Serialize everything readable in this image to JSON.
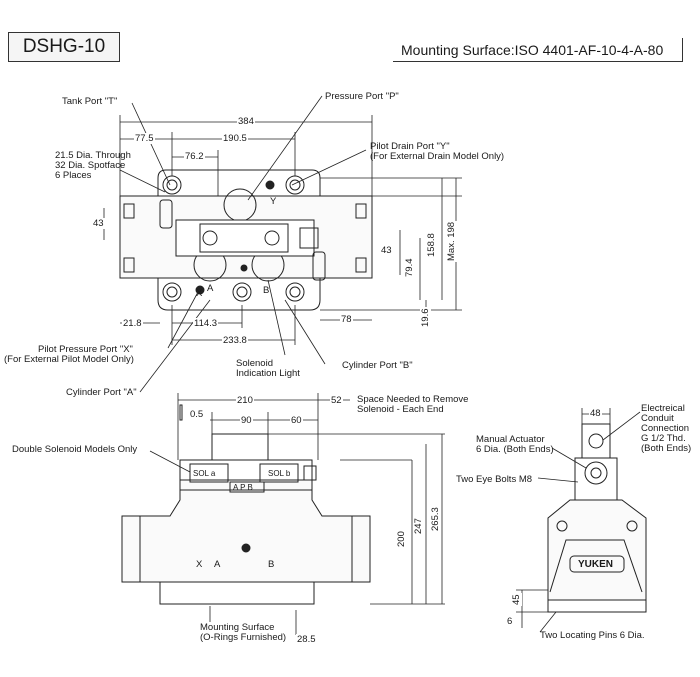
{
  "header": {
    "model": "DSHG-10",
    "mounting_surface": "Mounting Surface:ISO 4401-AF-10-4-A-80"
  },
  "labels": {
    "tank_port": "Tank Port \"T\"",
    "pressure_port": "Pressure Port \"P\"",
    "pilot_drain_l1": "Pilot Drain Port \"Y\"",
    "pilot_drain_l2": "(For External Drain Model Only)",
    "bolt_holes_l1": "21.5 Dia. Through",
    "bolt_holes_l2": "32 Dia. Spotface",
    "bolt_holes_l3": "6 Places",
    "pilot_pressure_l1": "Pilot Pressure Port \"X\"",
    "pilot_pressure_l2": "(For External Pilot Model Only)",
    "solenoid_light_l1": "Solenoid",
    "solenoid_light_l2": "Indication Light",
    "cyl_b": "Cylinder Port \"B\"",
    "cyl_a": "Cylinder Port \"A\"",
    "space_l1": "Space Needed to Remove",
    "space_l2": "Solenoid - Each End",
    "double_sol": "Double Solenoid Models Only",
    "mount_surf_l1": "Mounting Surface",
    "mount_surf_l2": "(O-Rings Furnished)",
    "conduit_l1": "Electreical",
    "conduit_l2": "Conduit",
    "conduit_l3": "Connection",
    "conduit_l4": "G 1/2 Thd.",
    "conduit_l5": "(Both Ends)",
    "manual_l1": "Manual Actuator",
    "manual_l2": "6 Dia. (Both Ends)",
    "eye_bolts": "Two Eye Bolts M8",
    "locating_pins": "Two Locating Pins 6 Dia.",
    "sol_a": "SOL a",
    "sol_b": "SOL b",
    "apb": "A P B",
    "yuken": "YUKEN",
    "port_x": "X",
    "port_a": "A",
    "port_b": "B",
    "port_y": "Y"
  },
  "dims": {
    "d384": "384",
    "d77_5": "77.5",
    "d190_5": "190.5",
    "d76_2": "76.2",
    "d43a": "43",
    "d43b": "43",
    "d158_8": "158.8",
    "dmax198": "Max. 198",
    "d79_4": "79.4",
    "d19_6": "19.6",
    "d21_8": "21.8",
    "d114_3": "114.3",
    "d78": "78",
    "d233_8": "233.8",
    "d210": "210",
    "d52": "52",
    "d0_5": "0.5",
    "d90": "90",
    "d60": "60",
    "d200": "200",
    "d247": "247",
    "d265_3": "265.3",
    "d28_5": "28.5",
    "d48": "48",
    "d45": "45",
    "d6": "6"
  }
}
